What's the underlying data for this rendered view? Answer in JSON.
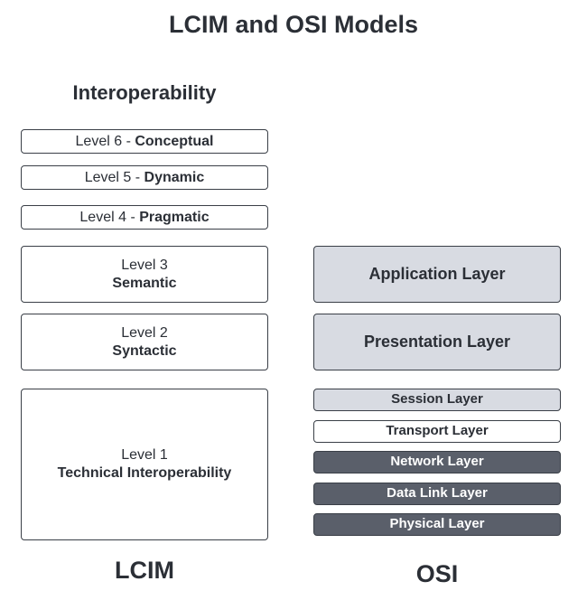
{
  "title": "LCIM and OSI Models",
  "lcim": {
    "heading": "Interoperability",
    "footer": "LCIM",
    "levels": [
      {
        "level": "Level 6",
        "separator": " - ",
        "name": "Conceptual"
      },
      {
        "level": "Level 5",
        "separator": " - ",
        "name": "Dynamic"
      },
      {
        "level": "Level 4",
        "separator": " - ",
        "name": "Pragmatic"
      },
      {
        "level": "Level 3",
        "name": "Semantic"
      },
      {
        "level": "Level 2",
        "name": "Syntactic"
      },
      {
        "level": "Level 1",
        "name": "Technical Interoperability"
      }
    ]
  },
  "osi": {
    "footer": "OSI",
    "layers": [
      {
        "name": "Application Layer",
        "fill": "#d8dbe2"
      },
      {
        "name": "Presentation Layer",
        "fill": "#d8dbe2"
      },
      {
        "name": "Session Layer",
        "fill": "#d8dbe2"
      },
      {
        "name": "Transport Layer",
        "fill": "#ffffff"
      },
      {
        "name": "Network Layer",
        "fill": "#5a5f6a"
      },
      {
        "name": "Data Link Layer",
        "fill": "#5a5f6a"
      },
      {
        "name": "Physical Layer",
        "fill": "#5a5f6a"
      }
    ]
  }
}
